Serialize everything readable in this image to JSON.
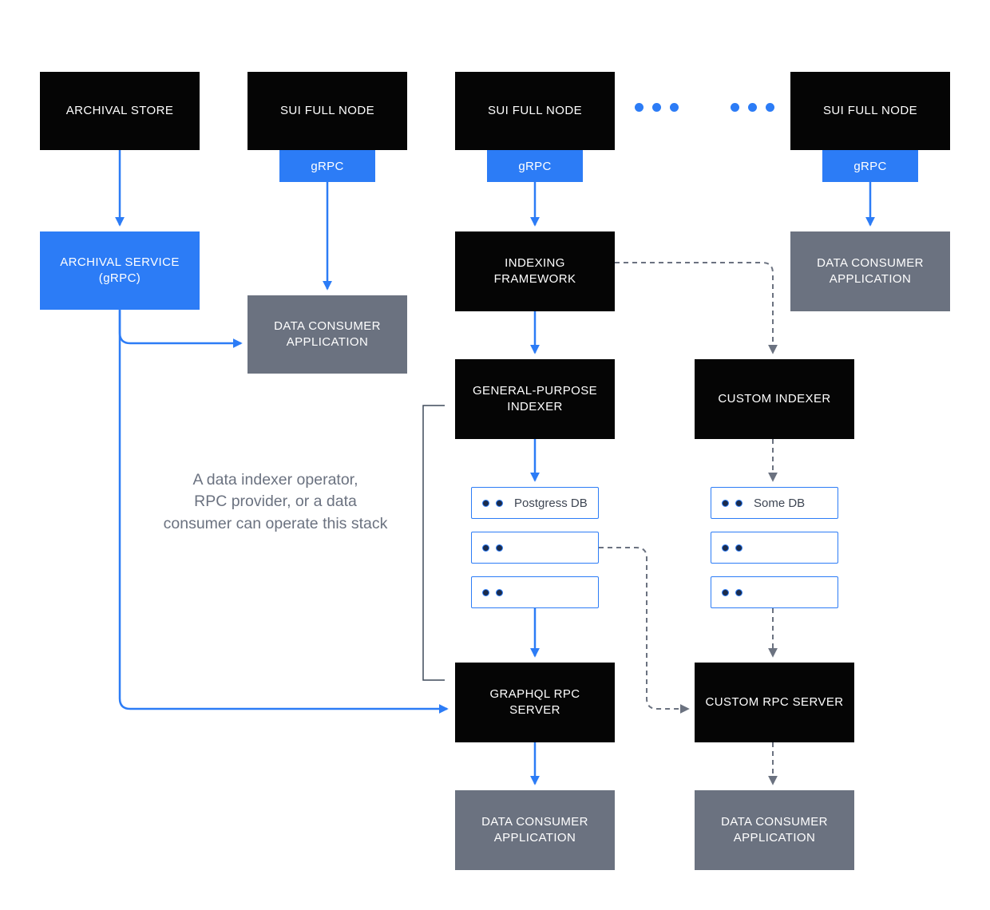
{
  "diagram": {
    "nodes": {
      "archival_store": "ARCHIVAL STORE",
      "sui_full_node": "SUI FULL NODE",
      "grpc": "gRPC",
      "archival_service": "ARCHIVAL SERVICE (gRPC)",
      "data_consumer_application": "DATA CONSUMER APPLICATION",
      "indexing_framework": "INDEXING FRAMEWORK",
      "general_purpose_indexer": "GENERAL-PURPOSE INDEXER",
      "custom_indexer": "CUSTOM INDEXER",
      "postgress_db": "Postgress DB",
      "some_db": "Some DB",
      "graphql_rpc_server": "GRAPHQL RPC SERVER",
      "custom_rpc_server": "CUSTOM RPC SERVER"
    },
    "annotation": {
      "lines": [
        "A data indexer operator,",
        "RPC provider, or a data",
        "consumer can operate this stack"
      ]
    },
    "colors": {
      "accent_blue": "#2C7CF6",
      "box_black": "#050505",
      "box_gray": "#6B7280",
      "dashed_gray": "#6B7280",
      "db_border_blue": "#2C7CF6",
      "annotation_gray": "#6B7280"
    }
  }
}
